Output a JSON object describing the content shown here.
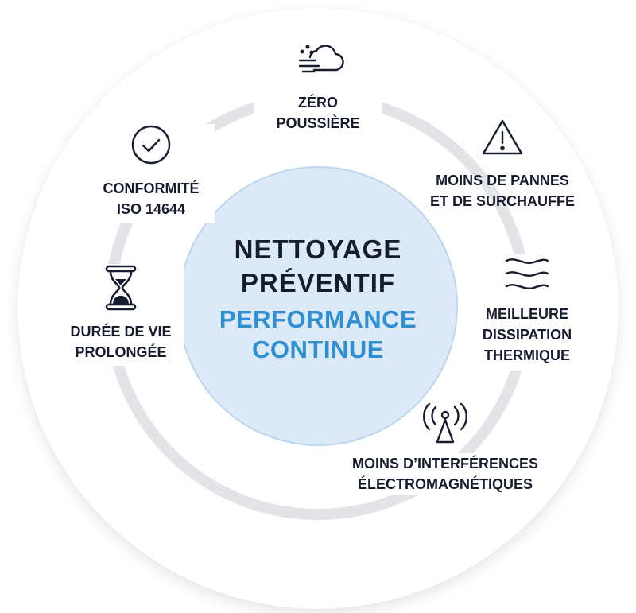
{
  "diagram": {
    "center": {
      "title_line1": "NETTOYAGE",
      "title_line2": "PRÉVENTIF",
      "subtitle_line1": "PERFORMANCE",
      "subtitle_line2": "CONTINUE"
    },
    "benefits": [
      {
        "id": "zero-dust",
        "icon": "dust-cloud-icon",
        "lines": [
          "ZÉRO",
          "POUSSIÈRE"
        ]
      },
      {
        "id": "fewer-failures",
        "icon": "warning-triangle-icon",
        "lines": [
          "MOINS DE PANNES",
          "ET DE SURCHAUFFE"
        ]
      },
      {
        "id": "heat-dissipation",
        "icon": "heat-waves-icon",
        "lines": [
          "MEILLEURE",
          "DISSIPATION",
          "THERMIQUE"
        ]
      },
      {
        "id": "emi",
        "icon": "antenna-signal-icon",
        "lines": [
          "MOINS D’INTERFÉRENCES",
          "ÉLECTROMAGNÉTIQUES"
        ]
      },
      {
        "id": "lifespan",
        "icon": "hourglass-icon",
        "lines": [
          "DURÉE DE VIE",
          "PROLONGÉE"
        ]
      },
      {
        "id": "iso",
        "icon": "check-circle-icon",
        "lines": [
          "CONFORMITÉ",
          "ISO 14644"
        ]
      }
    ],
    "colors": {
      "text_dark": "#161b2e",
      "accent_blue": "#2f8fd3",
      "center_fill": "#dbeaf6",
      "center_border": "#bcd6ee",
      "ring_gray": "#e3e4e8",
      "background": "#ffffff"
    }
  }
}
